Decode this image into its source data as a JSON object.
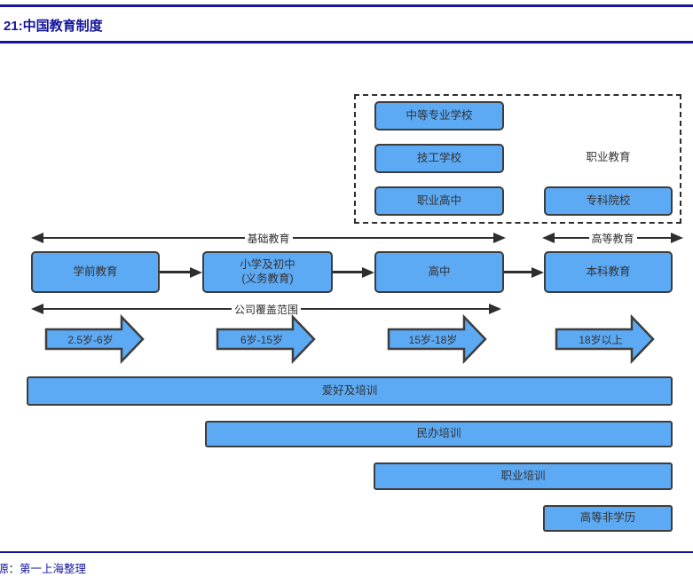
{
  "header": {
    "title": "21:中国教育制度"
  },
  "vocational": {
    "group_label": "职业教育",
    "boxes": [
      "中等专业学校",
      "技工学校",
      "职业高中"
    ],
    "college_box": "专科院校"
  },
  "axes": {
    "basic": "基础教育",
    "higher": "高等教育",
    "coverage": "公司覆盖范围"
  },
  "flow": {
    "preschool": "学前教育",
    "primary": "小学及初中\n(义务教育)",
    "highschool": "高中",
    "undergraduate": "本科教育"
  },
  "age_ranges": [
    "2.5岁-6岁",
    "6岁-15岁",
    "15岁-18岁",
    "18岁以上"
  ],
  "bars": [
    "爱好及培训",
    "民办培训",
    "职业培训",
    "高等非学历"
  ],
  "footer": {
    "source": "源：第一上海整理"
  },
  "colors": {
    "box_fill": "#5CA9F4",
    "box_border": "#3D3D3D",
    "accent_navy": "#14149C",
    "line_dark": "#2E2E2E"
  }
}
